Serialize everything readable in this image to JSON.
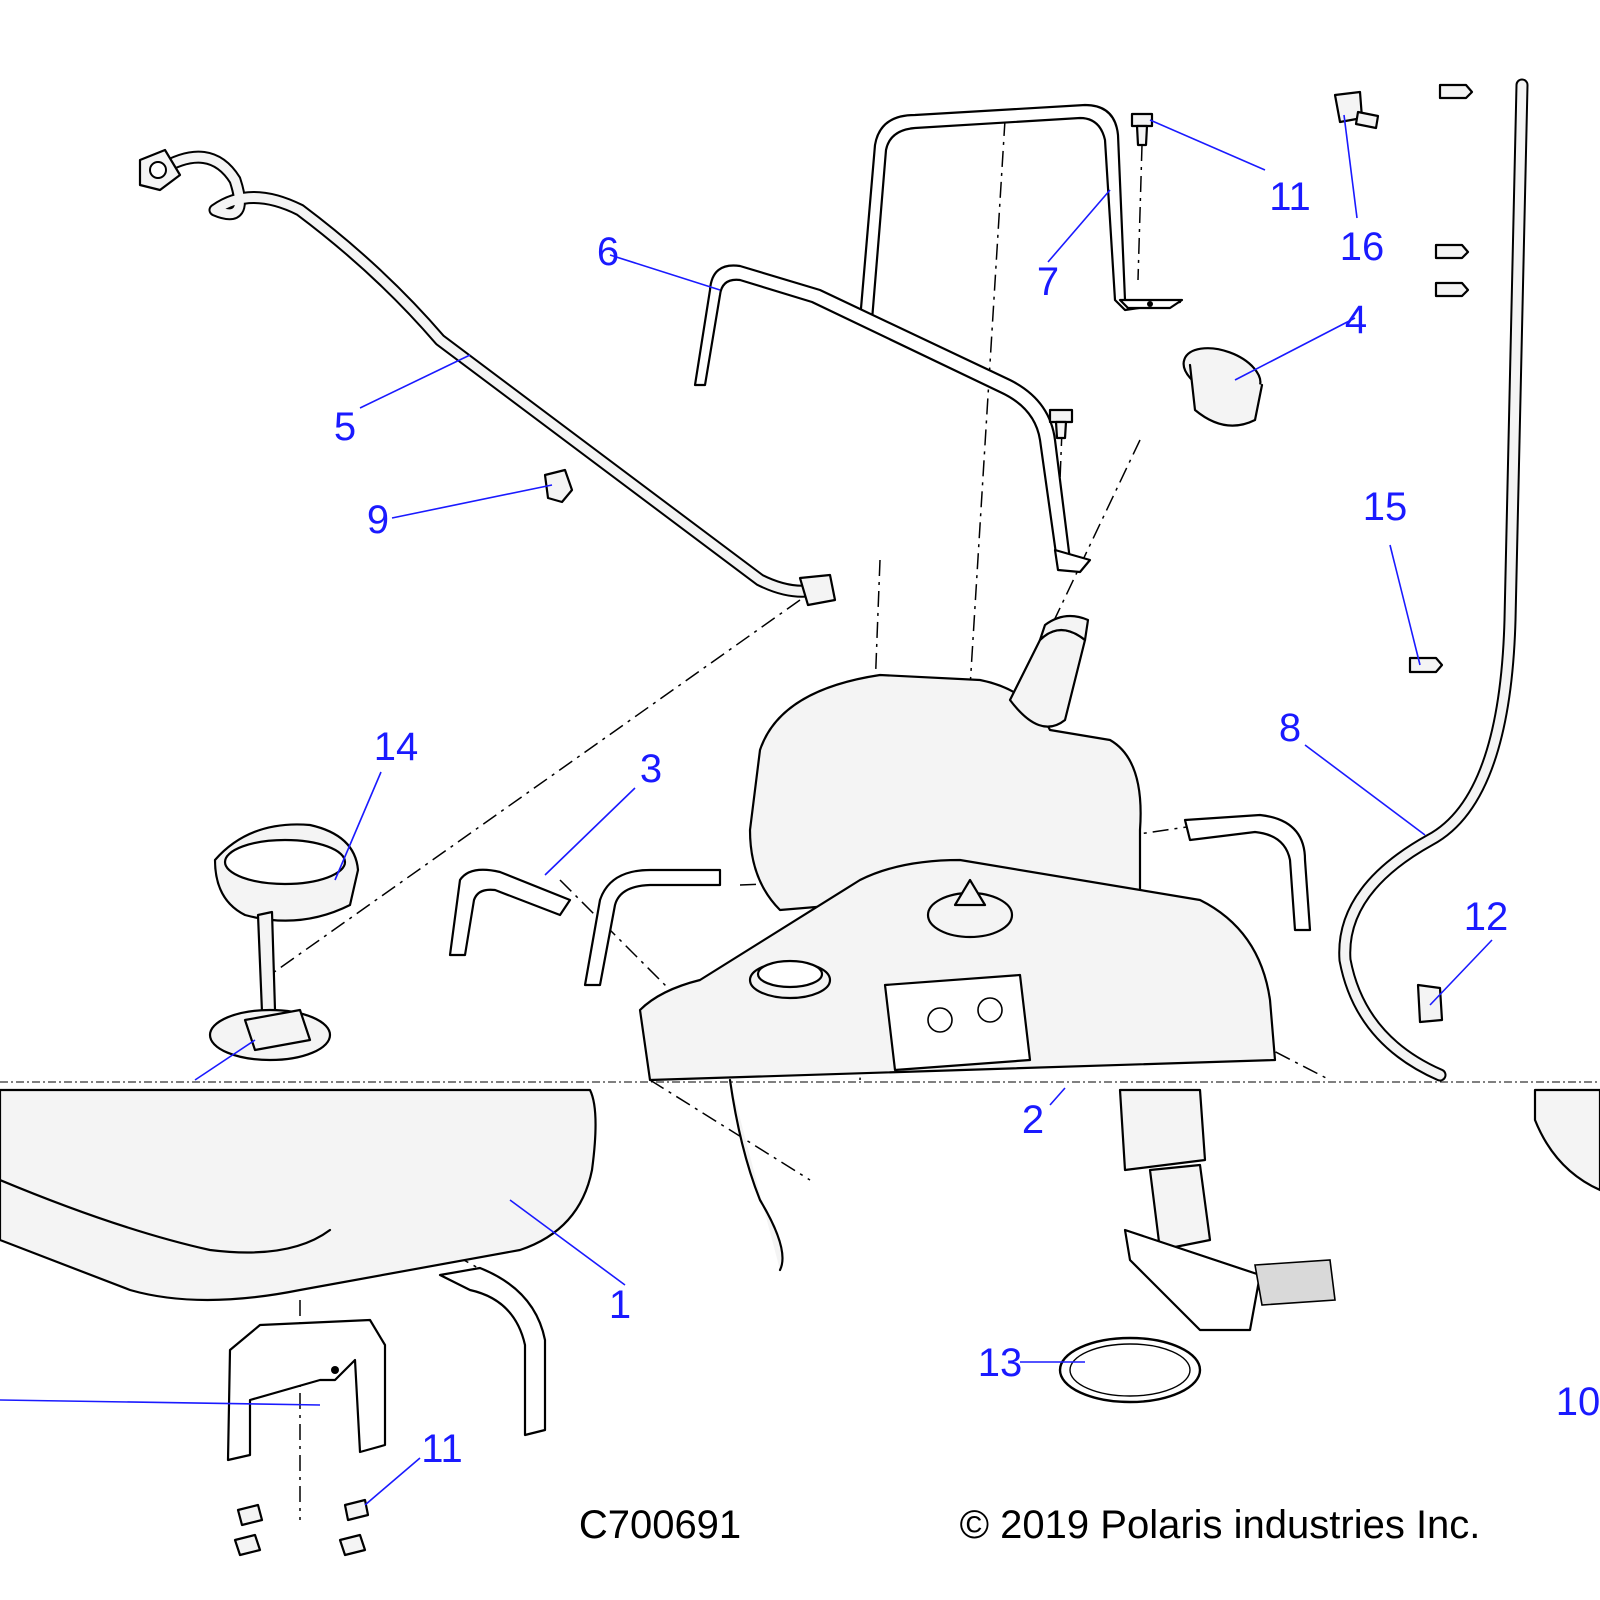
{
  "drawing": {
    "id": "C700691",
    "copyright": "© 2019 Polaris industries Inc."
  },
  "callouts": [
    "1",
    "2",
    "3",
    "4",
    "5",
    "6",
    "7",
    "8",
    "9",
    "10",
    "11",
    "11",
    "12",
    "13",
    "14",
    "15",
    "16"
  ],
  "colors": {
    "callout": "#1a1aff",
    "line": "#000000",
    "part_fill": "#f4f4f4"
  }
}
